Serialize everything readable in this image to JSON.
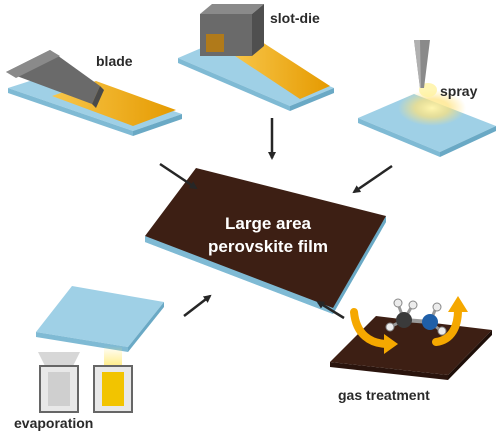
{
  "center": {
    "line1": "Large area",
    "line2": "perovskite film"
  },
  "methods": {
    "blade": "blade",
    "slot_die": "slot-die",
    "spray": "spray",
    "evaporation": "evaporation",
    "gas_treatment": "gas treatment"
  },
  "colors": {
    "film": "#3d1f14",
    "substrate": "#9fd0e6",
    "perovskite_ink": "#f5a800",
    "tool_gray": "#6a6a6a",
    "arrow": "#262626"
  }
}
